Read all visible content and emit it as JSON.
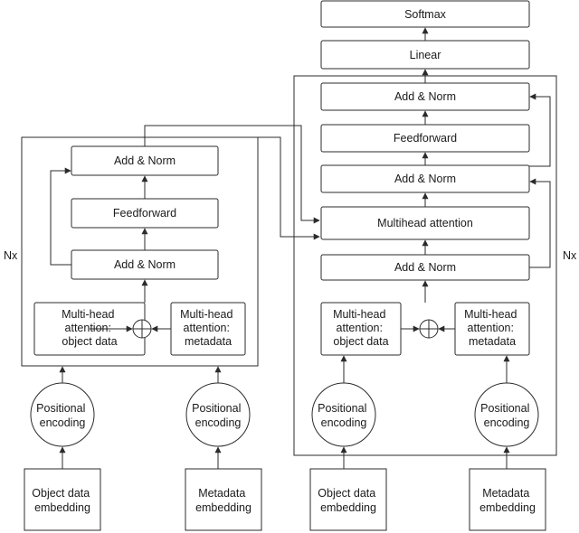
{
  "encoder": {
    "add_norm_top": "Add & Norm",
    "feedforward": "Feedforward",
    "add_norm_bottom": "Add & Norm",
    "mha_object": [
      "Multi-head",
      "attention:",
      "object data"
    ],
    "mha_meta": [
      "Multi-head",
      "attention:",
      "metadata"
    ],
    "nx": "Nx",
    "pos_enc_left": [
      "Positional",
      "encoding"
    ],
    "pos_enc_right": [
      "Positional",
      "encoding"
    ],
    "embed_object": [
      "Object data",
      "embedding"
    ],
    "embed_meta": [
      "Metadata",
      "embedding"
    ]
  },
  "decoder": {
    "softmax": "Softmax",
    "linear": "Linear",
    "add_norm_3": "Add & Norm",
    "feedforward": "Feedforward",
    "add_norm_2": "Add & Norm",
    "multihead": "Multihead attention",
    "add_norm_1": "Add & Norm",
    "mha_object": [
      "Multi-head",
      "attention:",
      "object data"
    ],
    "mha_meta": [
      "Multi-head",
      "attention:",
      "metadata"
    ],
    "nx": "Nx",
    "pos_enc_left": [
      "Positional",
      "encoding"
    ],
    "pos_enc_right": [
      "Positional",
      "encoding"
    ],
    "embed_object": [
      "Object data",
      "embedding"
    ],
    "embed_meta": [
      "Metadata",
      "embedding"
    ]
  }
}
